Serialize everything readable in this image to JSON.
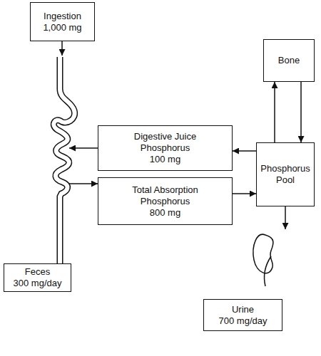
{
  "diagram": {
    "nodes": [
      {
        "text": [
          "Ingestion",
          "1,000 mg"
        ]
      },
      {
        "text": [
          "Bone"
        ]
      },
      {
        "text": [
          "Digestive Juice Phosphorus",
          "100 mg"
        ]
      },
      {
        "text": [
          "Phosphorus Pool"
        ]
      },
      {
        "text": [
          "Total Absorption Phosphorus",
          "800 mg"
        ]
      },
      {
        "text": [
          "Feces",
          "300 mg/day"
        ]
      },
      {
        "text": [
          "Urine",
          "700 mg/day"
        ]
      }
    ],
    "edges": [
      {
        "from": 3,
        "to": 2,
        "arrow": "to"
      },
      {
        "from": 4,
        "to": 3,
        "arrow": "to"
      },
      {
        "from": 3,
        "to": 1,
        "arrow": "to"
      },
      {
        "from": 1,
        "to": 3,
        "arrow": "to"
      }
    ]
  }
}
